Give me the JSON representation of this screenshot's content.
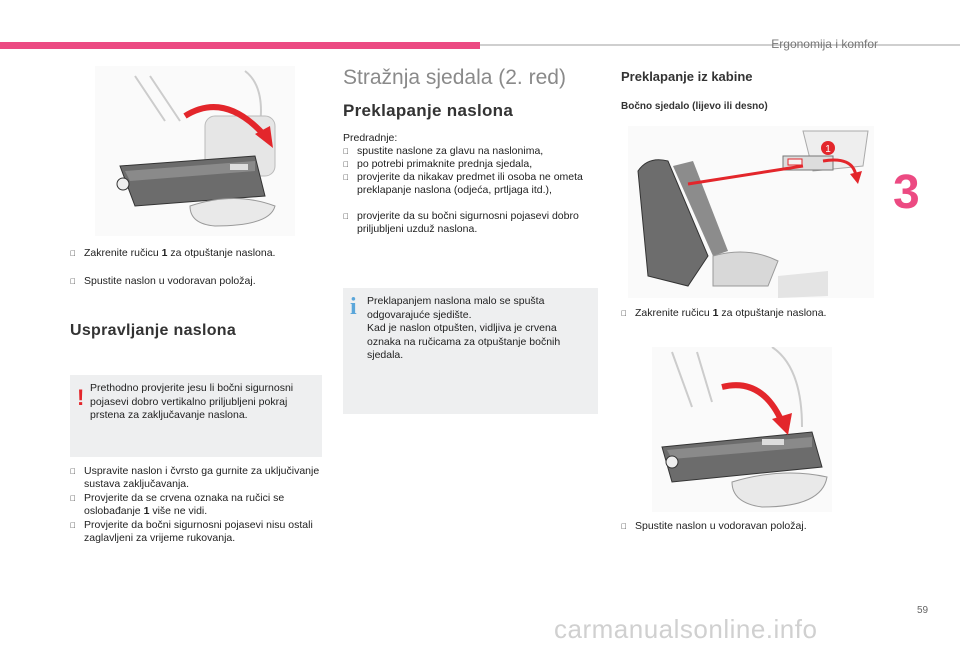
{
  "header": {
    "title": "Ergonomija i komfor",
    "chapter": "3",
    "page_number": "59"
  },
  "watermark": "carmanualsonline.info",
  "col1": {
    "bullets_top": [
      {
        "sym": "",
        "pre": "Zakrenite ručicu ",
        "bold": "1",
        "post": " za otpuštanje naslona."
      },
      {
        "sym": "",
        "pre": "Spustite naslon u vodoravan položaj.",
        "bold": "",
        "post": ""
      }
    ],
    "heading": "Uspravljanje naslona",
    "warning": "Prethodno provjerite jesu li bočni sigurnosni pojasevi dobro vertikalno priljubljeni pokraj prstena za zaključavanje naslona.",
    "bullets_bottom": [
      {
        "sym": "",
        "pre": "Uspravite naslon i čvrsto ga gurnite za uključivanje sustava zaključavanja.",
        "bold": "",
        "post": ""
      },
      {
        "sym": "",
        "pre": "Provjerite da se crvena oznaka na ručici se oslobađanje ",
        "bold": "1",
        "post": " više ne vidi."
      },
      {
        "sym": "",
        "pre": "Provjerite da bočni sigurnosni pojasevi nisu ostali zaglavljeni za vrijeme rukovanja.",
        "bold": "",
        "post": ""
      }
    ]
  },
  "col2": {
    "section_title": "Stražnja sjedala (2. red)",
    "heading": "Preklapanje naslona",
    "intro": "Predradnje:",
    "bullets": [
      "spustite naslone za glavu na naslonima,",
      "po potrebi primaknite prednja sjedala,",
      "provjerite da nikakav predmet ili osoba ne ometa preklapanje naslona (odjeća, prtljaga itd.),",
      "provjerite da su bočni sigurnosni pojasevi dobro priljubljeni uzduž naslona."
    ],
    "bullet_sym": "",
    "info": "Preklapanjem naslona malo se spušta odgovarajuće sjedište.\nKad je naslon otpušten, vidljiva je crvena oznaka na ručicama za otpuštanje bočnih sjedala."
  },
  "col3": {
    "heading": "Preklapanje iz kabine",
    "subheading": "Bočno sjedalo (lijevo ili desno)",
    "callout": "1",
    "bullet1": {
      "sym": "",
      "pre": "Zakrenite ručicu ",
      "bold": "1",
      "post": " za otpuštanje naslona."
    },
    "bullet2": {
      "sym": "",
      "pre": "Spustite naslon u vodoravan položaj.",
      "bold": "",
      "post": ""
    }
  },
  "colors": {
    "accent": "#ec4a82",
    "warning": "#e3262b",
    "info": "#5aa6da",
    "arrow": "#e3262b"
  }
}
